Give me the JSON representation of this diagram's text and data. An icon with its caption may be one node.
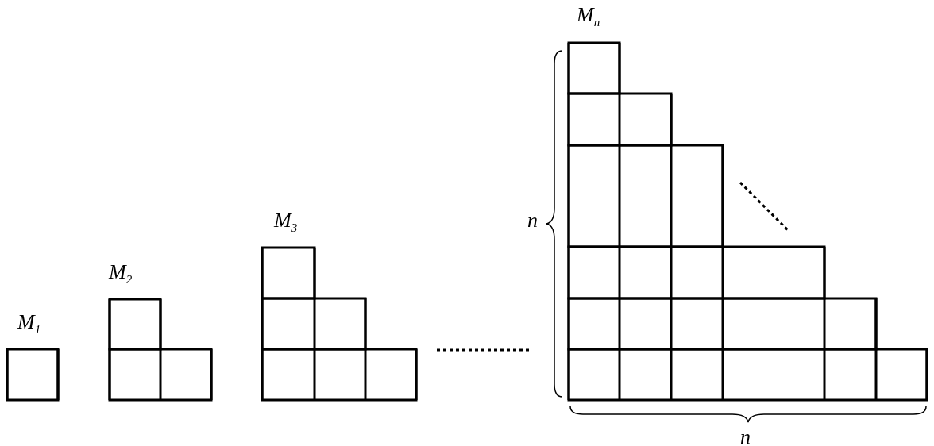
{
  "diagram": {
    "labels": [
      "M$_{1}$",
      "M$_{2}$",
      "M$_{3}$",
      "M$_{n}$",
      "n",
      "n"
    ]
  }
}
